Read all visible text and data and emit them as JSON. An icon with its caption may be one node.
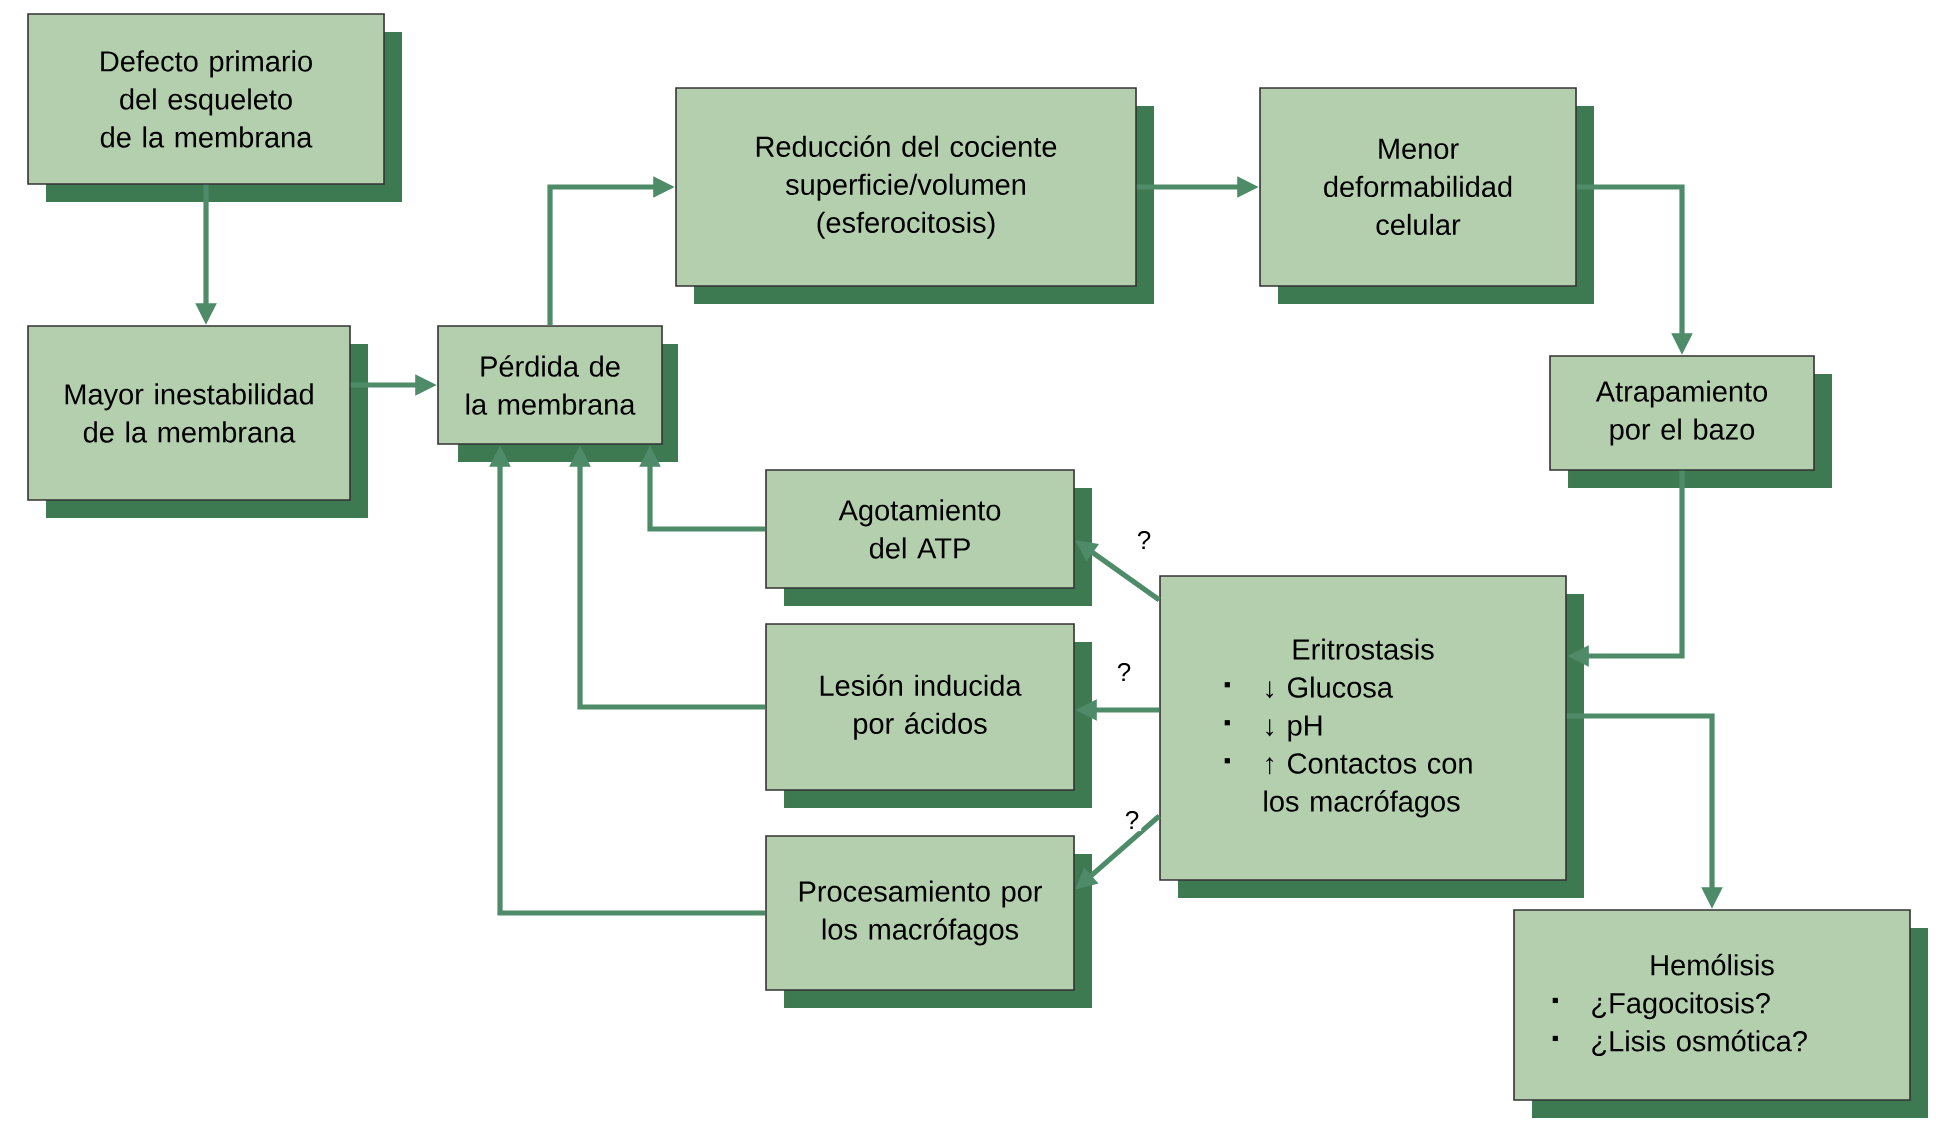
{
  "diagram": {
    "nodes": [
      {
        "text": [
          "Defecto primario del esqueleto de la membrana"
        ]
      },
      {
        "text": [
          "Mayor inestabilidad de la membrana"
        ]
      },
      {
        "text": [
          "Pérdida de la membrana"
        ]
      },
      {
        "text": [
          "Reducción del cociente superficie/volumen (esferocitosis)"
        ]
      },
      {
        "text": [
          "Menor deformabilidad celular"
        ]
      },
      {
        "text": [
          "Atrapamiento por el bazo"
        ]
      },
      {
        "text": [
          "Agotamiento del ATP"
        ]
      },
      {
        "text": [
          "Lesión inducida por ácidos"
        ]
      },
      {
        "text": [
          "Procesamiento por los macrófagos"
        ]
      },
      {
        "text": [
          "Eritrostasis",
          "↓ Glucosa",
          "↓ pH",
          "↑ Contactos con los macrófagos"
        ]
      },
      {
        "text": [
          "Hemólisis",
          "¿Fagocitosis?",
          "¿Lisis osmótica?"
        ]
      }
    ],
    "edges": [
      {
        "from": 0,
        "to": 1,
        "arrow": "to"
      },
      {
        "from": 1,
        "to": 2,
        "arrow": "to"
      },
      {
        "from": 2,
        "to": 3,
        "arrow": "to"
      },
      {
        "from": 3,
        "to": 4,
        "arrow": "to"
      },
      {
        "from": 4,
        "to": 5,
        "arrow": "to"
      },
      {
        "from": 5,
        "to": 9,
        "arrow": "to"
      },
      {
        "from": 9,
        "to": 6,
        "arrow": "to",
        "label": "?"
      },
      {
        "from": 9,
        "to": 7,
        "arrow": "to",
        "label": "?"
      },
      {
        "from": 9,
        "to": 8,
        "arrow": "to",
        "label": "?"
      },
      {
        "from": 6,
        "to": 2,
        "arrow": "to"
      },
      {
        "from": 7,
        "to": 2,
        "arrow": "to"
      },
      {
        "from": 8,
        "to": 2,
        "arrow": "to"
      },
      {
        "from": 9,
        "to": 10,
        "arrow": "to"
      }
    ]
  }
}
